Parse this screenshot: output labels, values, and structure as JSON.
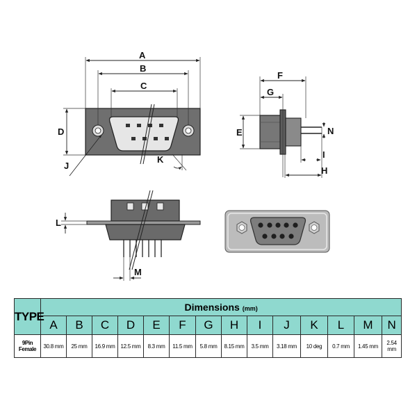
{
  "diagram": {
    "labels": {
      "A": "A",
      "B": "B",
      "C": "C",
      "D": "D",
      "E": "E",
      "F": "F",
      "G": "G",
      "H": "H",
      "I": "I",
      "J": "J",
      "K": "K",
      "L": "L",
      "M": "M",
      "N": "N"
    },
    "colors": {
      "body": "#6f6f6f",
      "body_dark": "#555555",
      "plate": "#b9b9b9",
      "insulator": "#dcdcdc",
      "line": "#222222",
      "table_header": "#8fd9cf"
    }
  },
  "table": {
    "type_header": "TYPE",
    "dimensions_header": "Dimensions",
    "unit": "(mm)",
    "columns": [
      "A",
      "B",
      "C",
      "D",
      "E",
      "F",
      "G",
      "H",
      "I",
      "J",
      "K",
      "L",
      "M",
      "N"
    ],
    "row_label": "9Pin Female",
    "values": [
      "30.8 mm",
      "25 mm",
      "16.9 mm",
      "12.5 mm",
      "8.3 mm",
      "11.5 mm",
      "5.8 mm",
      "8.15 mm",
      "3.5 mm",
      "3.18 mm",
      "10 deg",
      "0.7 mm",
      "1.45 mm",
      "2.54 mm"
    ]
  }
}
